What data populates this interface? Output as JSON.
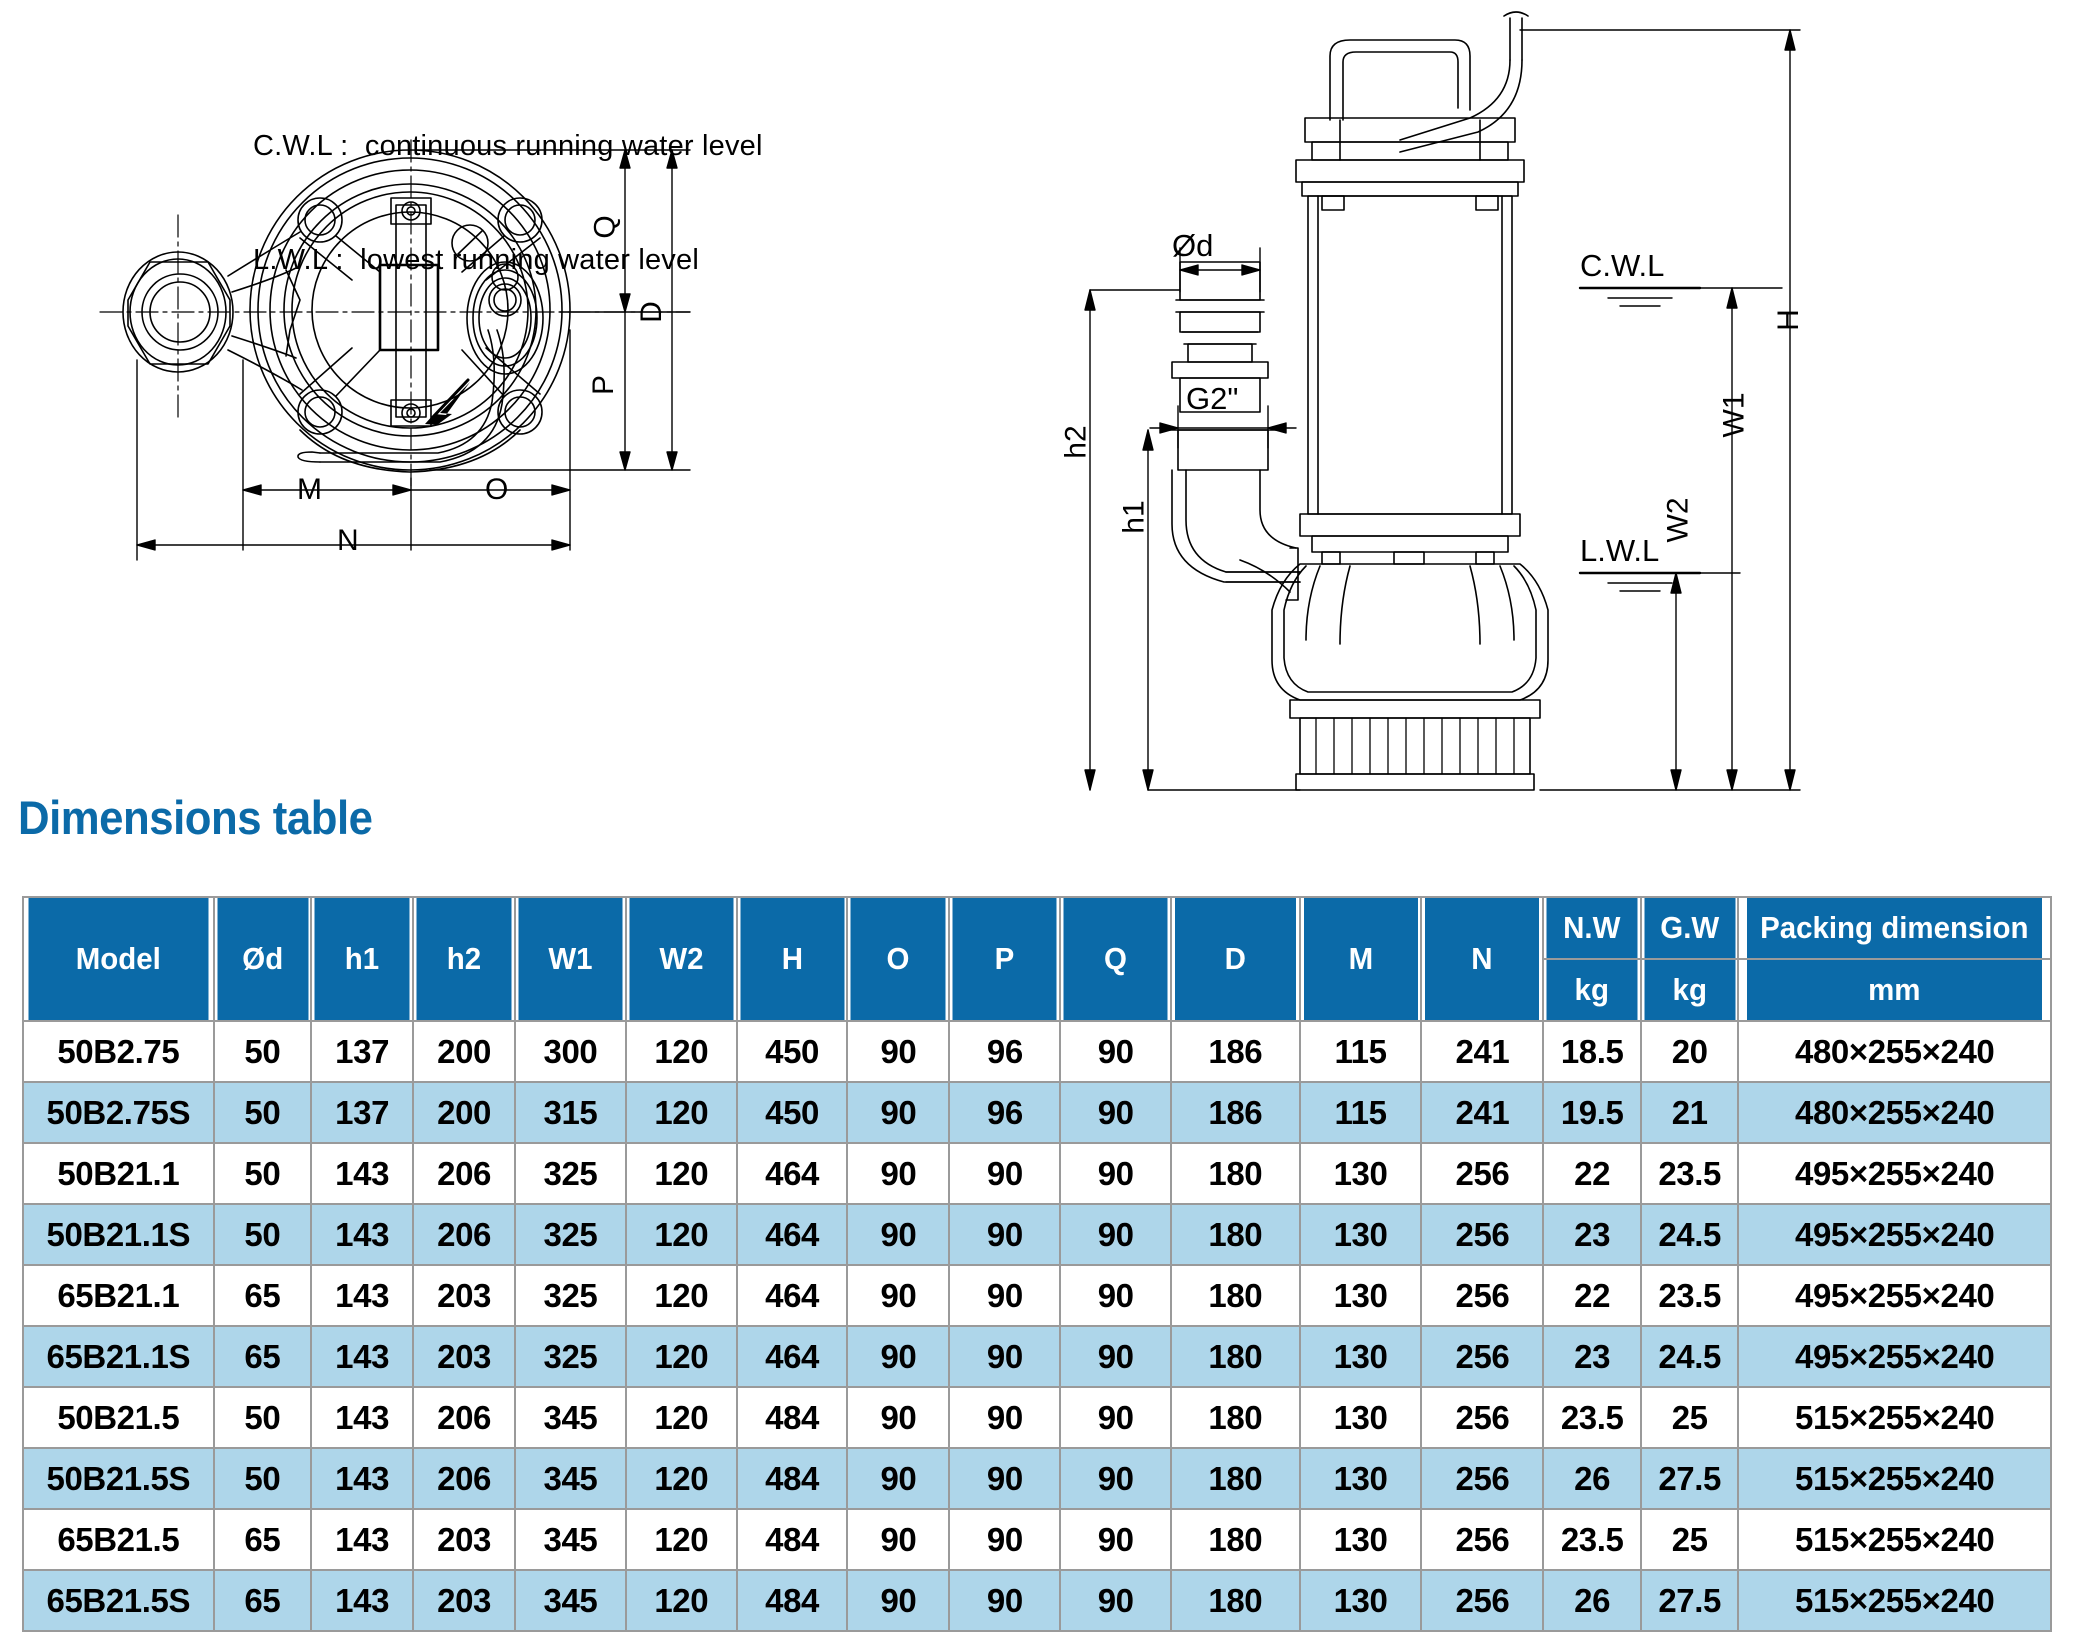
{
  "legend": {
    "line1": "C.W.L :  continuous running water level",
    "line2": "L.W.L :  lowest running water level"
  },
  "drawing_left": {
    "labels": {
      "Q": "Q",
      "D": "D",
      "P": "P",
      "M": "M",
      "O": "O",
      "N": "N"
    }
  },
  "drawing_right": {
    "labels": {
      "cwl": "C.W.L",
      "lwl": "L.W.L",
      "H": "H",
      "W1": "W1",
      "W2": "W2",
      "od": "Ød",
      "g2": "G2\"",
      "h1": "h1",
      "h2": "h2"
    }
  },
  "section_title": "Dimensions table",
  "table": {
    "columns": [
      "Model",
      "Ød",
      "h1",
      "h2",
      "W1",
      "W2",
      "H",
      "O",
      "P",
      "Q",
      "D",
      "M",
      "N"
    ],
    "group_columns": [
      {
        "label": "N.W",
        "unit": "kg"
      },
      {
        "label": "G.W",
        "unit": "kg"
      },
      {
        "label": "Packing dimension",
        "unit": "mm"
      }
    ],
    "rows": [
      {
        "model": "50B2.75",
        "od": "50",
        "h1": "137",
        "h2": "200",
        "w1": "300",
        "w2": "120",
        "h": "450",
        "o": "90",
        "p": "96",
        "q": "90",
        "d": "186",
        "m": "115",
        "n": "241",
        "nw": "18.5",
        "gw": "20",
        "packing": "480×255×240"
      },
      {
        "model": "50B2.75S",
        "od": "50",
        "h1": "137",
        "h2": "200",
        "w1": "315",
        "w2": "120",
        "h": "450",
        "o": "90",
        "p": "96",
        "q": "90",
        "d": "186",
        "m": "115",
        "n": "241",
        "nw": "19.5",
        "gw": "21",
        "packing": "480×255×240"
      },
      {
        "model": "50B21.1",
        "od": "50",
        "h1": "143",
        "h2": "206",
        "w1": "325",
        "w2": "120",
        "h": "464",
        "o": "90",
        "p": "90",
        "q": "90",
        "d": "180",
        "m": "130",
        "n": "256",
        "nw": "22",
        "gw": "23.5",
        "packing": "495×255×240"
      },
      {
        "model": "50B21.1S",
        "od": "50",
        "h1": "143",
        "h2": "206",
        "w1": "325",
        "w2": "120",
        "h": "464",
        "o": "90",
        "p": "90",
        "q": "90",
        "d": "180",
        "m": "130",
        "n": "256",
        "nw": "23",
        "gw": "24.5",
        "packing": "495×255×240"
      },
      {
        "model": "65B21.1",
        "od": "65",
        "h1": "143",
        "h2": "203",
        "w1": "325",
        "w2": "120",
        "h": "464",
        "o": "90",
        "p": "90",
        "q": "90",
        "d": "180",
        "m": "130",
        "n": "256",
        "nw": "22",
        "gw": "23.5",
        "packing": "495×255×240"
      },
      {
        "model": "65B21.1S",
        "od": "65",
        "h1": "143",
        "h2": "203",
        "w1": "325",
        "w2": "120",
        "h": "464",
        "o": "90",
        "p": "90",
        "q": "90",
        "d": "180",
        "m": "130",
        "n": "256",
        "nw": "23",
        "gw": "24.5",
        "packing": "495×255×240"
      },
      {
        "model": "50B21.5",
        "od": "50",
        "h1": "143",
        "h2": "206",
        "w1": "345",
        "w2": "120",
        "h": "484",
        "o": "90",
        "p": "90",
        "q": "90",
        "d": "180",
        "m": "130",
        "n": "256",
        "nw": "23.5",
        "gw": "25",
        "packing": "515×255×240"
      },
      {
        "model": "50B21.5S",
        "od": "50",
        "h1": "143",
        "h2": "206",
        "w1": "345",
        "w2": "120",
        "h": "484",
        "o": "90",
        "p": "90",
        "q": "90",
        "d": "180",
        "m": "130",
        "n": "256",
        "nw": "26",
        "gw": "27.5",
        "packing": "515×255×240"
      },
      {
        "model": "65B21.5",
        "od": "65",
        "h1": "143",
        "h2": "203",
        "w1": "345",
        "w2": "120",
        "h": "484",
        "o": "90",
        "p": "90",
        "q": "90",
        "d": "180",
        "m": "130",
        "n": "256",
        "nw": "23.5",
        "gw": "25",
        "packing": "515×255×240"
      },
      {
        "model": "65B21.5S",
        "od": "65",
        "h1": "143",
        "h2": "203",
        "w1": "345",
        "w2": "120",
        "h": "484",
        "o": "90",
        "p": "90",
        "q": "90",
        "d": "180",
        "m": "130",
        "n": "256",
        "nw": "26",
        "gw": "27.5",
        "packing": "515×255×240"
      }
    ]
  },
  "colors": {
    "header_blue": "#0b6aa8",
    "row_alt_blue": "#aed6ea",
    "grid_gray": "#9a9a9a"
  }
}
